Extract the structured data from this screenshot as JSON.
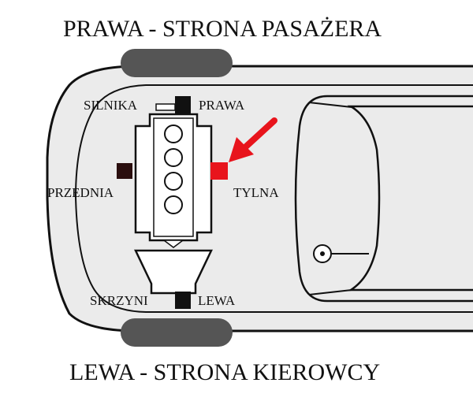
{
  "headings": {
    "top": "PRAWA - STRONA PASAŻERA",
    "bottom": "LEWA - STRONA KIEROWCY"
  },
  "labels": {
    "engine_right": "SILNIKA",
    "right": "PRAWA",
    "front": "PRZEDNIA",
    "rear": "TYLNA",
    "gearbox": "SKRZYNI",
    "left": "LEWA"
  },
  "colors": {
    "ink": "#111111",
    "body_fill": "#ebebeb",
    "tire": "#555555",
    "mount_dark": "#2a0e0e",
    "highlight": "#e8141c"
  },
  "icons": {
    "pointer": "red-arrow-icon"
  }
}
